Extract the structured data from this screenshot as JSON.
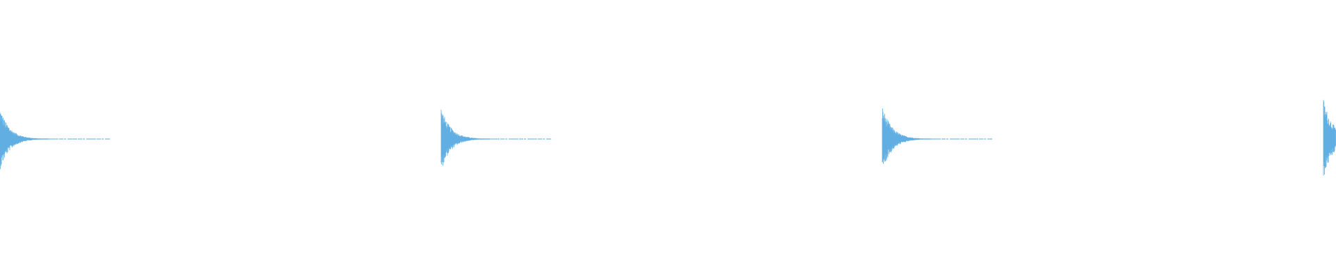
{
  "waveform": {
    "color": "#5aabe1",
    "hits": [
      {
        "amplitude": 0.98
      },
      {
        "amplitude": 1.0
      },
      {
        "amplitude": 1.04
      },
      {
        "amplitude": 1.26
      }
    ]
  }
}
